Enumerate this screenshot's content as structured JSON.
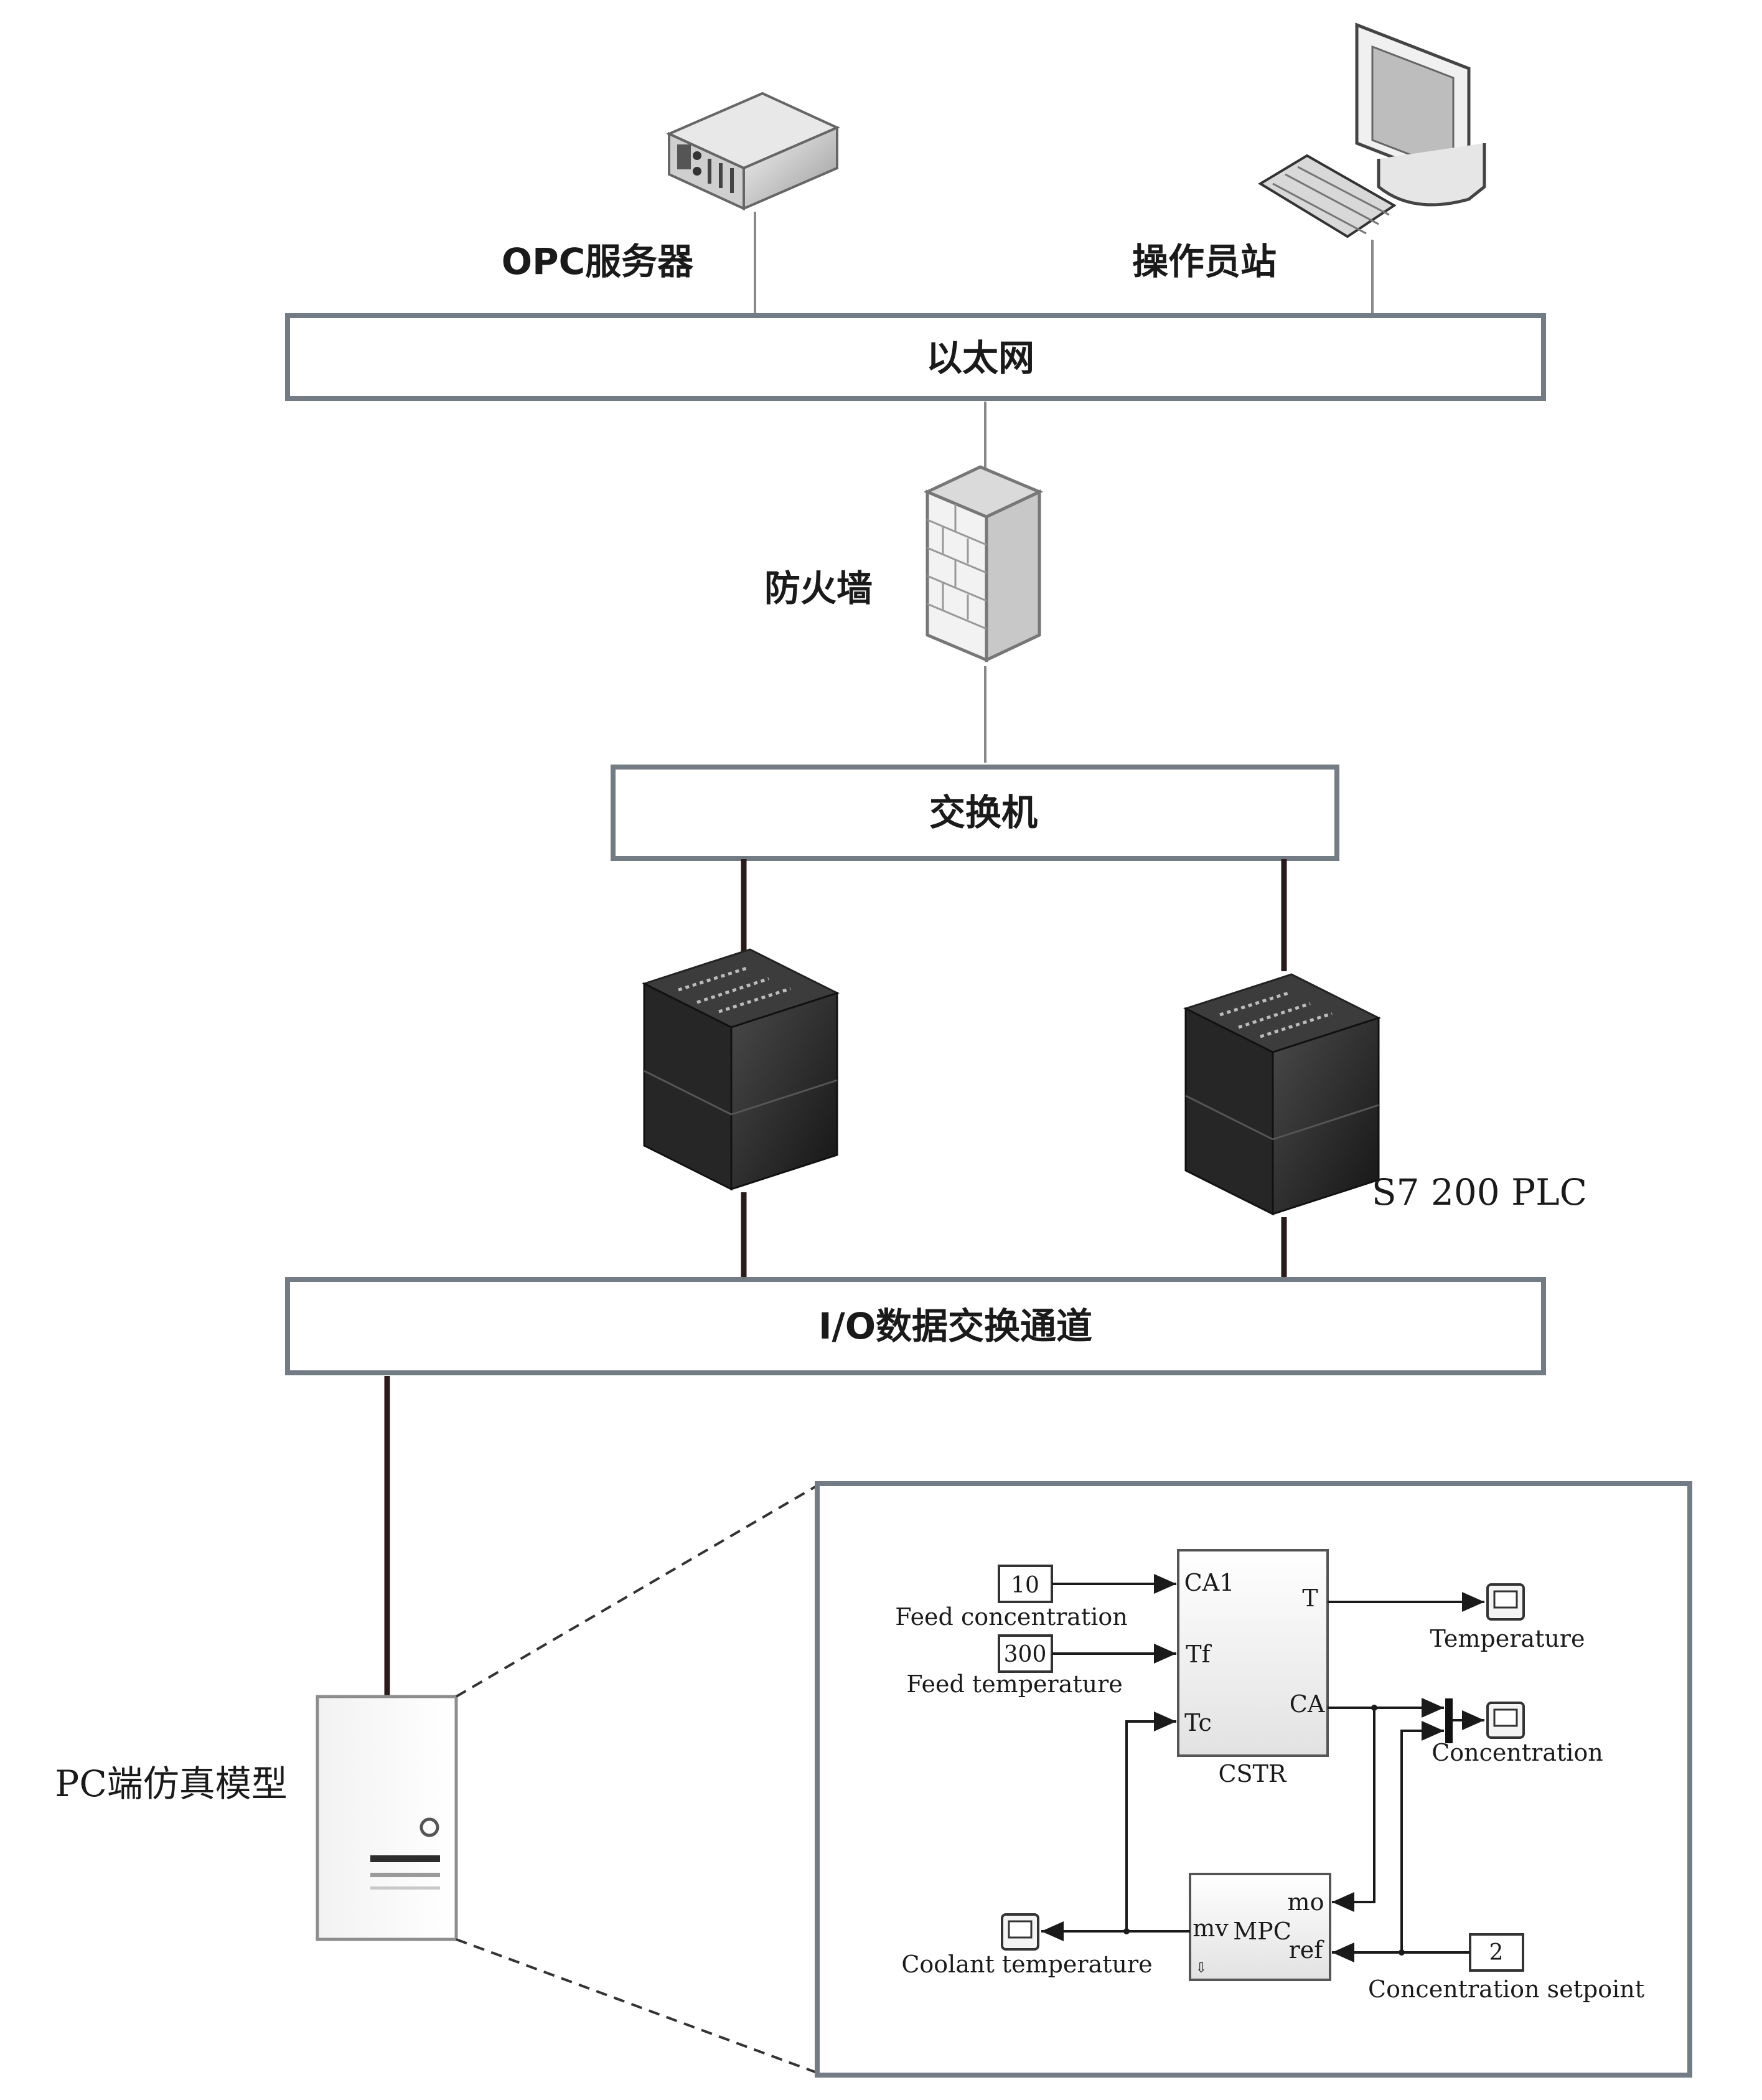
{
  "network": {
    "opc_server_label": "OPC服务器",
    "operator_station_label": "操作员站",
    "ethernet_label": "以太网",
    "firewall_label": "防火墙",
    "switch_label": "交换机",
    "plc_label": "S7 200 PLC",
    "io_channel_label": "I/O数据交换通道",
    "pc_model_label": "PC端仿真模型"
  },
  "simulink": {
    "feed_conc_value": "10",
    "feed_conc_label": "Feed concentration",
    "feed_temp_value": "300",
    "feed_temp_label": "Feed temperature",
    "cstr": {
      "name": "CSTR",
      "in_ports": [
        "CA1",
        "Tf",
        "Tc"
      ],
      "out_ports": [
        "T",
        "CA"
      ]
    },
    "temperature_label": "Temperature",
    "concentration_label": "Concentration",
    "mpc": {
      "name": "MPC",
      "mv_port": "mv",
      "mo_port": "mo",
      "ref_port": "ref"
    },
    "coolant_label": "Coolant temperature",
    "setpoint_value": "2",
    "setpoint_label": "Concentration setpoint"
  }
}
